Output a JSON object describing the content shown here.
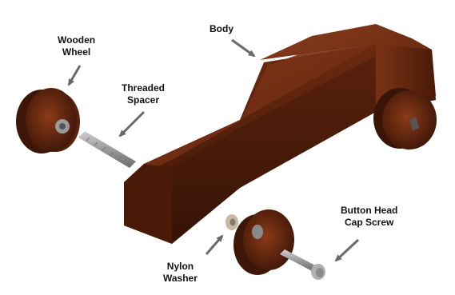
{
  "labels": {
    "wooden_wheel": {
      "line1": "Wooden",
      "line2": "Wheel"
    },
    "threaded_spacer": {
      "line1": "Threaded",
      "line2": "Spacer"
    },
    "body": {
      "line1": "Body"
    },
    "nylon_washer": {
      "line1": "Nylon",
      "line2": "Washer"
    },
    "button_head_cap_screw": {
      "line1": "Button Head",
      "line2": "Cap Screw"
    }
  },
  "colors": {
    "wood_dark": "#3a1508",
    "wood_mid": "#6b2c12",
    "wood_light": "#9a4a24",
    "metal": "#9a9a9a",
    "arrow": "#6a6a6a"
  }
}
